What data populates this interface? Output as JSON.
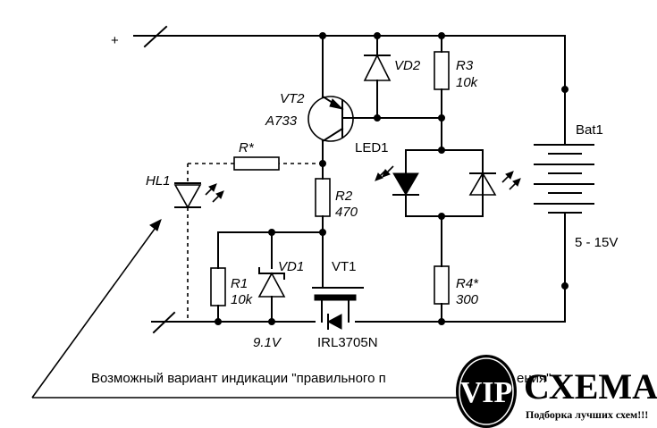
{
  "terminals": {
    "plus": "+"
  },
  "labels": {
    "vt2_name": "VT2",
    "vt2_type": "A733",
    "vd2": "VD2",
    "r3_name": "R3",
    "r3_value": "10k",
    "led1": "LED1",
    "bat1": "Bat1",
    "bat_voltage": "5 - 15V",
    "r_star": "R*",
    "hl1": "HL1",
    "r2_name": "R2",
    "r2_value": "470",
    "r1_name": "R1",
    "r1_value": "10k",
    "vd1": "VD1",
    "vd1_voltage": "9.1V",
    "vt1_name": "VT1",
    "vt1_type": "IRL3705N",
    "r4_name": "R4*",
    "r4_value": "300"
  },
  "caption": "Возможный вариант индикации \"правильного п",
  "caption_tail": "ения\"",
  "logo": {
    "vip": "VIP",
    "name": "СХЕМА",
    "subtitle": "Подборка лучших схем!!!"
  }
}
